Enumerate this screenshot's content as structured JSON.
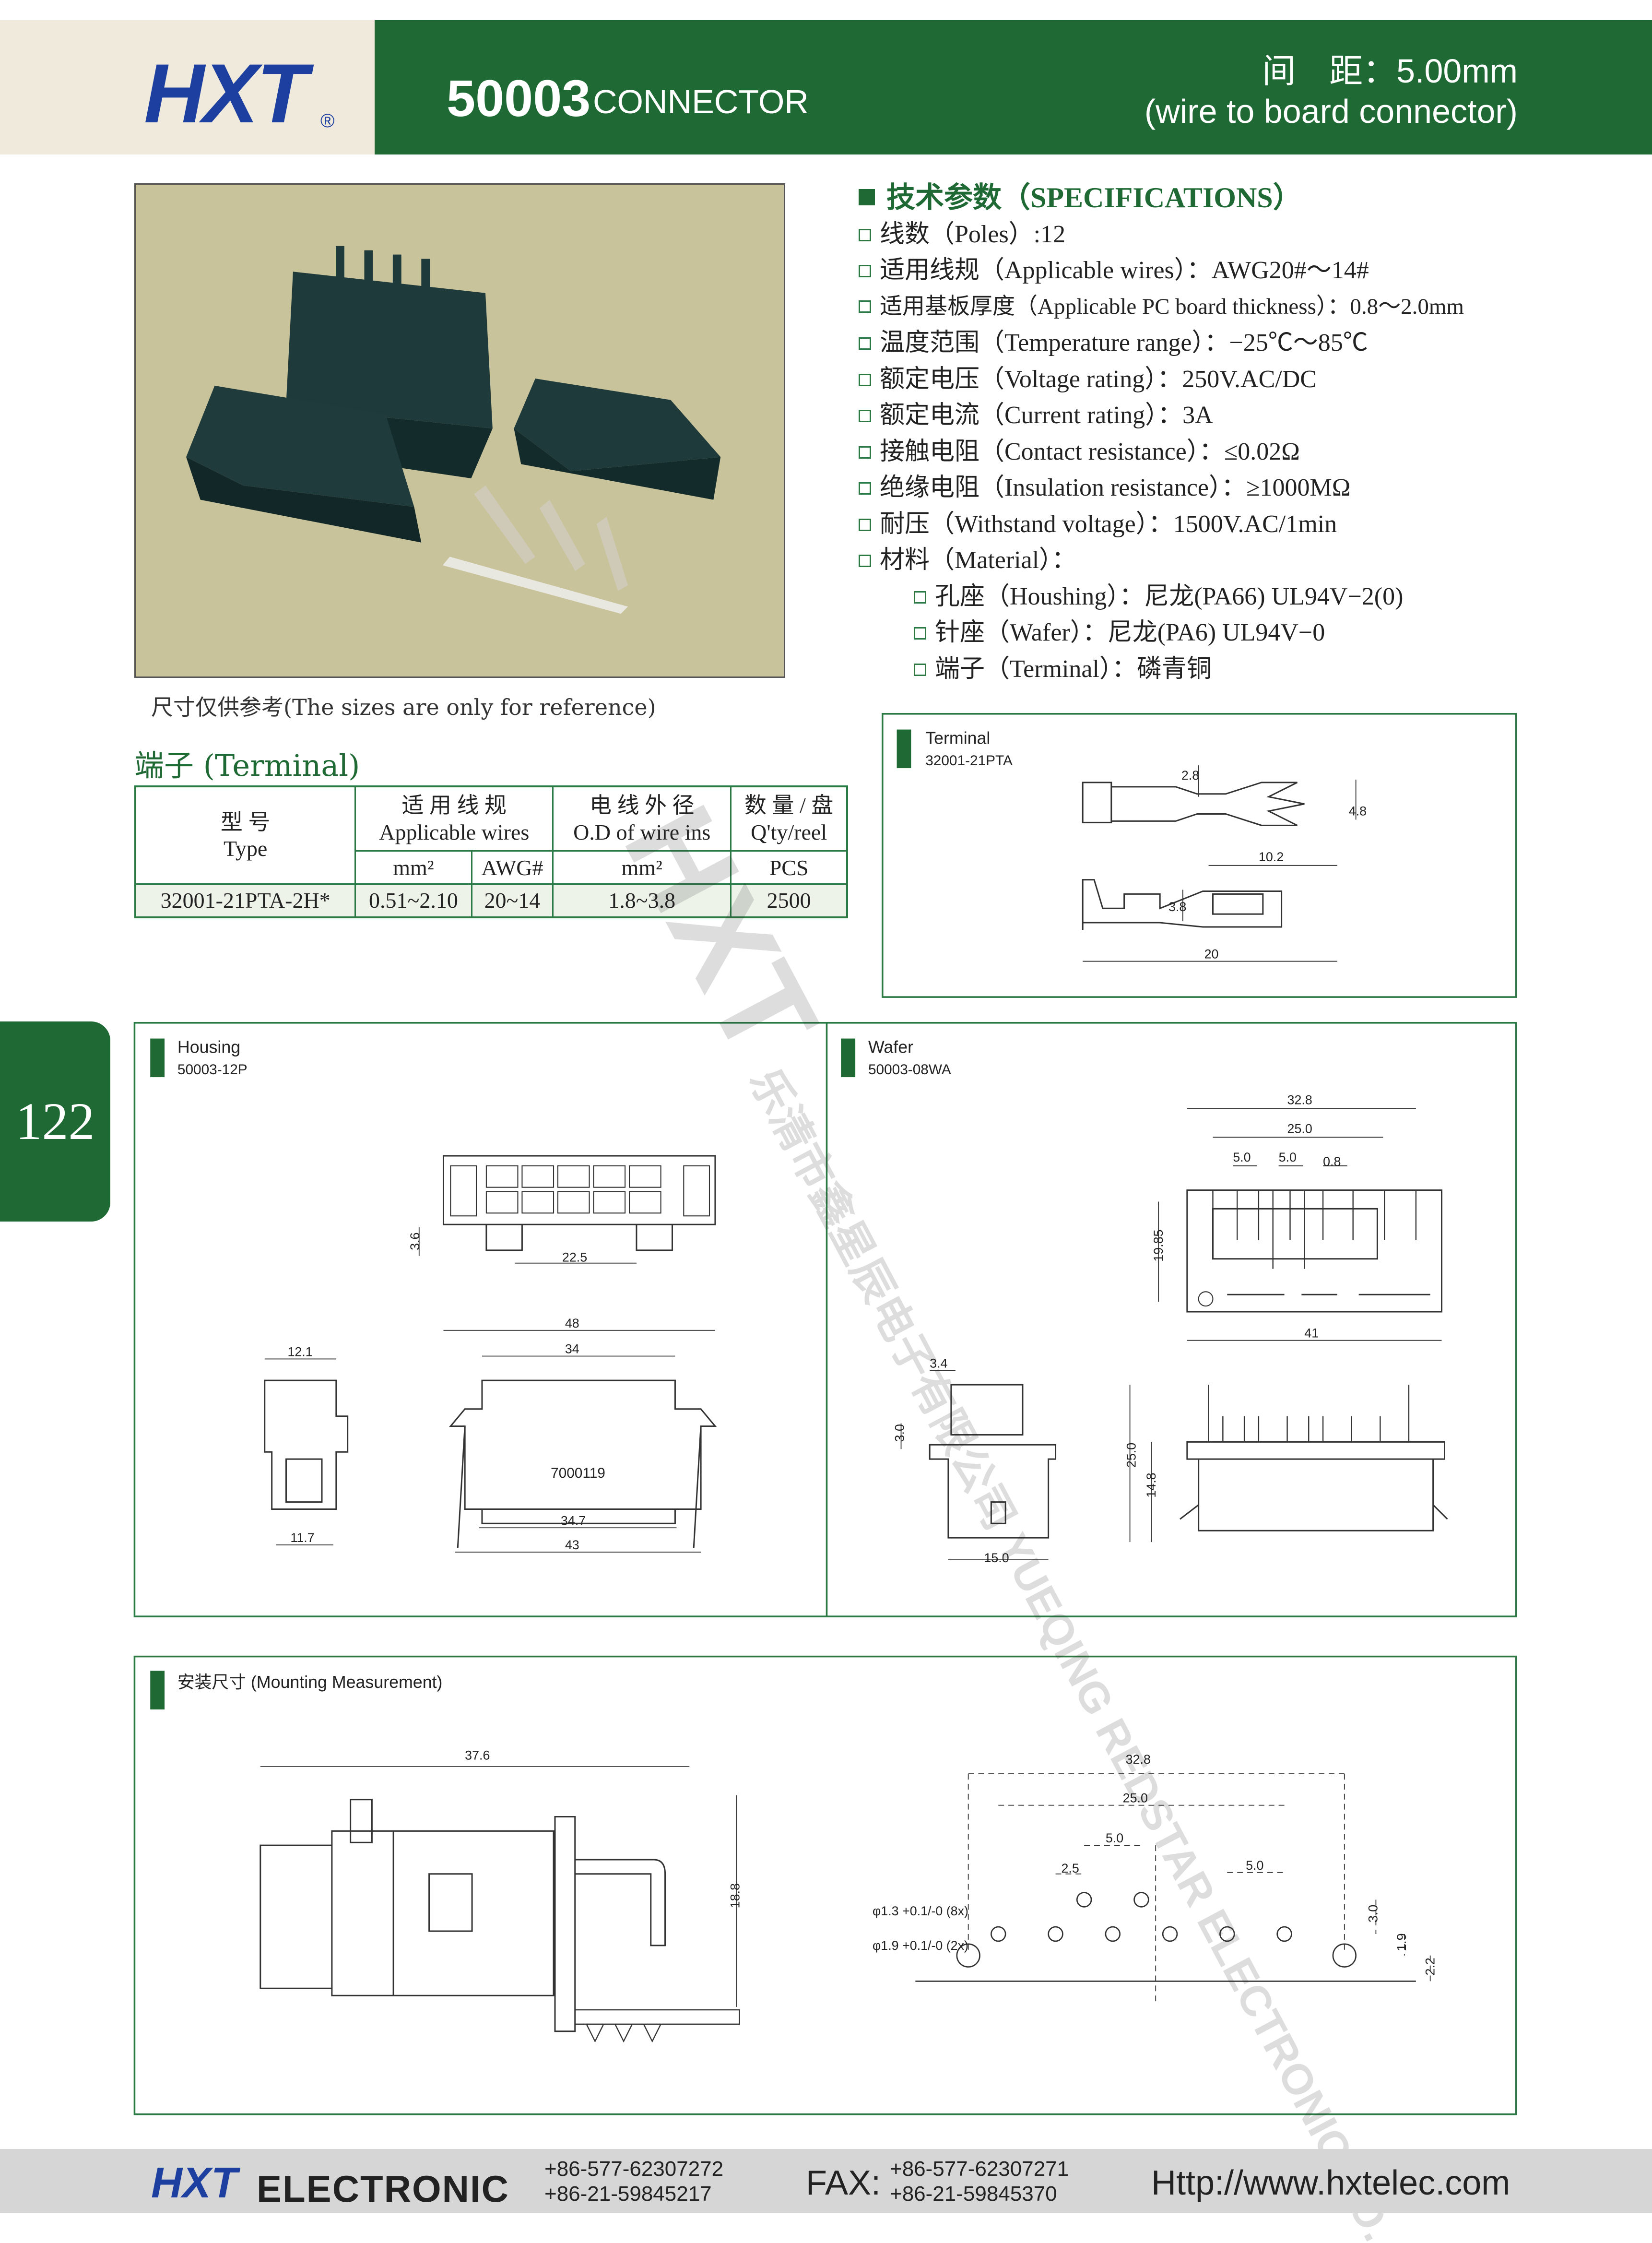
{
  "header": {
    "logo": "HXT",
    "logo_mark": "®",
    "model": "50003",
    "model_suffix": "CONNECTOR",
    "pitch": "间　距：5.00mm",
    "pitch_sub": "(wire to board connector)"
  },
  "photo_caption": "尺寸仅供参考(The sizes are only for reference)",
  "terminal_section": {
    "title": "端子 (Terminal)",
    "table": {
      "h_type_cn": "型 号",
      "h_type_en": "Type",
      "h_wires_cn": "适 用 线 规",
      "h_wires_en": "Applicable wires",
      "h_od_cn": "电 线 外 径",
      "h_od_en": "O.D of wire ins",
      "h_qty_cn": "数 量 / 盘",
      "h_qty_en": "Q'ty/reel",
      "u_mm2": "mm²",
      "u_awg": "AWG#",
      "u_od": "mm²",
      "u_pcs": "PCS",
      "rows": [
        {
          "type": "32001-21PTA-2H*",
          "mm2": "0.51~2.10",
          "awg": "20~14",
          "od": "1.8~3.8",
          "qty": "2500"
        }
      ]
    }
  },
  "specs": {
    "title": "技术参数（SPECIFICATIONS）",
    "items": [
      "线数（Poles）:12",
      "适用线规（Applicable wires）：AWG20#～14#",
      "适用基板厚度（Applicable PC board thickness）：0.8～2.0mm",
      "温度范围（Temperature range）：−25℃～85℃",
      "额定电压（Voltage rating）：250V.AC/DC",
      "额定电流（Current rating）：3A",
      "接触电阻（Contact resistance）：≤0.02Ω",
      "绝缘电阻（Insulation resistance）：≥1000MΩ",
      "耐压（Withstand voltage）：1500V.AC/1min",
      "材料（Material）："
    ],
    "materials": [
      "孔座（Houshing）：尼龙(PA66) UL94V−2(0)",
      "针座（Wafer）：尼龙(PA6) UL94V−0",
      "端子（Terminal）：磷青铜"
    ]
  },
  "page_number": "122",
  "drawings": {
    "terminal": {
      "title": "Terminal",
      "part": "32001-21PTA",
      "dims": [
        "2.8",
        "4.8",
        "10.2",
        "3.8",
        "20"
      ]
    },
    "housing": {
      "title": "Housing",
      "part": "50003-12P",
      "marking": "7000119",
      "dims": [
        "3.6",
        "22.5",
        "48",
        "34",
        "12.1",
        "34.7",
        "11.7",
        "43"
      ]
    },
    "wafer": {
      "title": "Wafer",
      "part": "50003-08WA",
      "dims": [
        "32.8",
        "25.0",
        "5.0",
        "5.0",
        "0.8",
        "19.85",
        "41",
        "3.4",
        "3.0",
        "15.0",
        "25.0",
        "14.8"
      ]
    },
    "mounting": {
      "title": "安装尺寸 (Mounting Measurement)",
      "dims": [
        "37.6",
        "18.8",
        "32.8",
        "25.0",
        "5.0",
        "2.5",
        "5.0",
        "3.0",
        "1.9",
        "2.2"
      ],
      "hole_small": "φ1.3 +0.1/-0 (8x)",
      "hole_large": "φ1.9 +0.1/-0 (2x)"
    }
  },
  "watermark": {
    "logo": "HXT",
    "text": "乐清市鑫星辰电子有限公司 YUEQING REDSTAR ELECTRONIC CO.,LTD."
  },
  "footer": {
    "logo": "HXT",
    "company": "ELECTRONIC",
    "tel1": "+86-577-62307272",
    "tel2": "+86-21-59845217",
    "fax_label": "FAX:",
    "fax1": "+86-577-62307271",
    "fax2": "+86-21-59845370",
    "url": "Http://www.hxtelec.com"
  },
  "colors": {
    "brand_green": "#1f6a34",
    "brand_blue": "#1d3fa0",
    "header_beige": "#efeadb"
  }
}
